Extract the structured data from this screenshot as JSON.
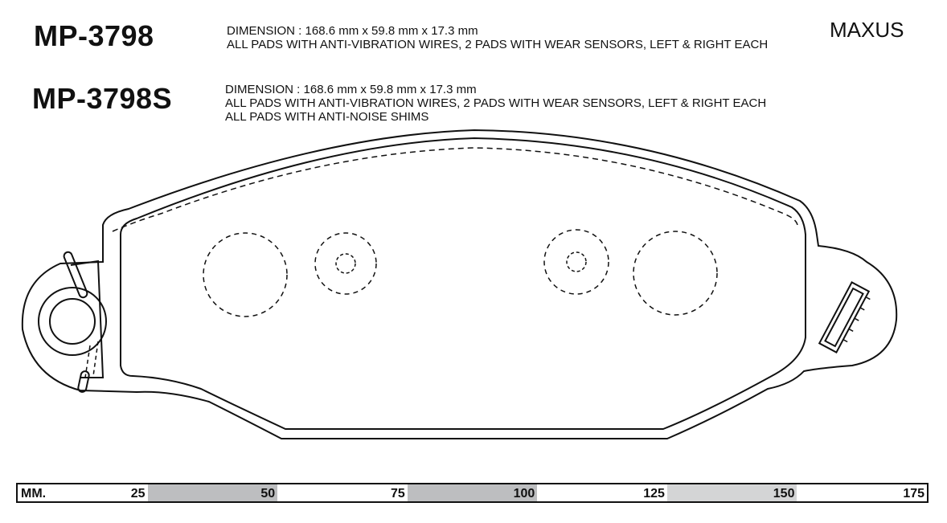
{
  "brand": "MAXUS",
  "products": [
    {
      "part_number": "MP-3798",
      "lines": [
        "DIMENSION  :  168.6 mm x 59.8 mm x 17.3 mm",
        "ALL PADS WITH ANTI-VIBRATION WIRES, 2 PADS WITH WEAR SENSORS, LEFT & RIGHT EACH"
      ]
    },
    {
      "part_number": "MP-3798S",
      "lines": [
        "DIMENSION  :  168.6 mm x 59.8 mm x 17.3 mm",
        "ALL PADS WITH ANTI-VIBRATION WIRES, 2 PADS WITH WEAR SENSORS, LEFT & RIGHT EACH",
        "ALL PADS WITH ANTI-NOISE SHIMS"
      ]
    }
  ],
  "scale": {
    "unit": "MM.",
    "ticks": [
      "25",
      "50",
      "75",
      "100",
      "125",
      "150",
      "175"
    ]
  },
  "colors": {
    "shade_dark": "#bdbec0",
    "shade_light": "#d4d5d6",
    "ink": "#111111"
  }
}
